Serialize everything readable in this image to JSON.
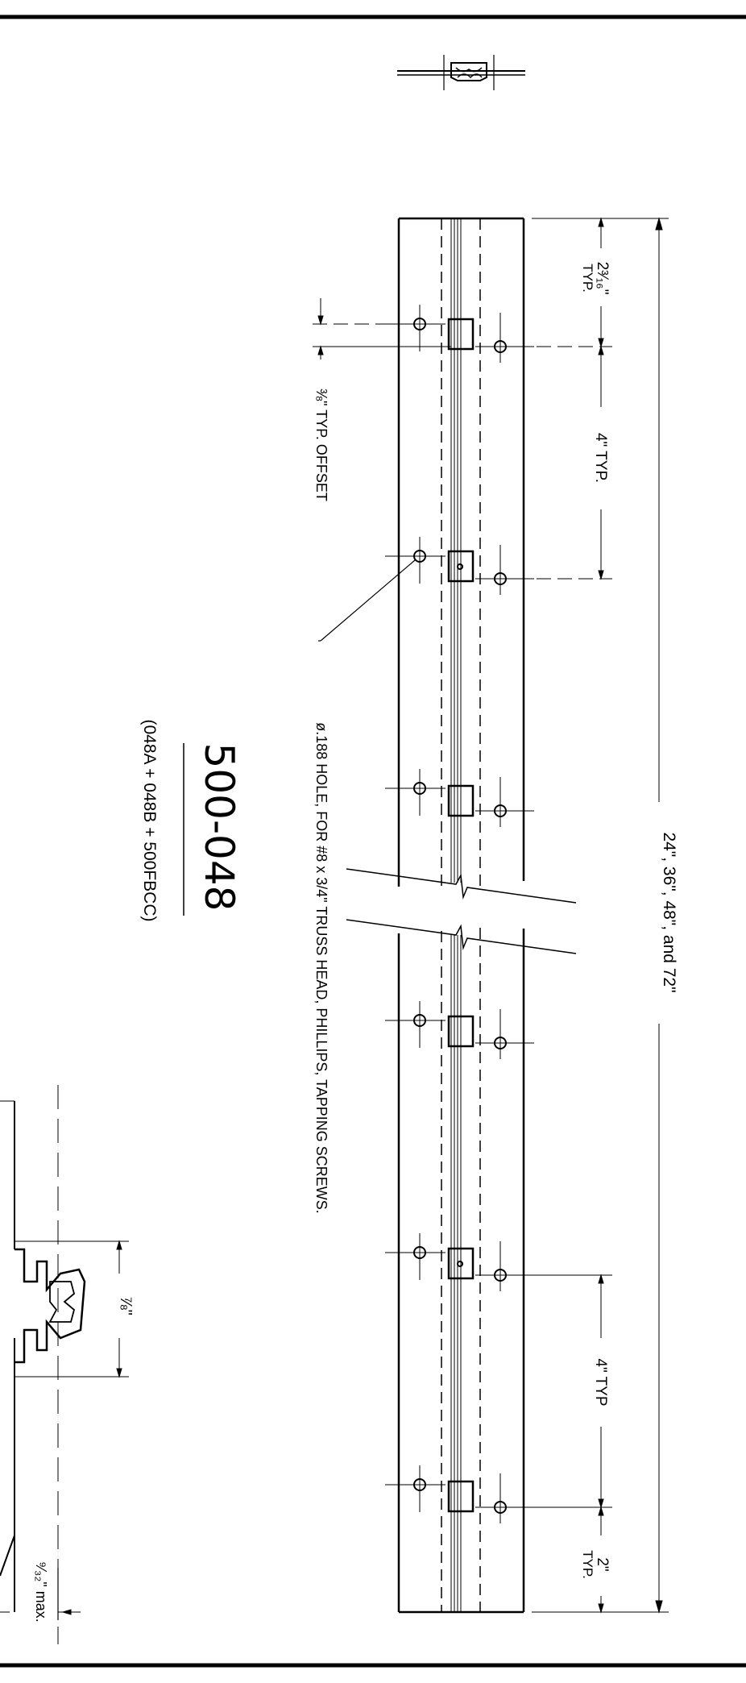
{
  "title": {
    "part_number": "500-048",
    "components": "(048A + 048B + 500FBCC)"
  },
  "notes": {
    "offset": "⅜\" TYP. OFFSET",
    "hole": "ø.188 HOLE, FOR #8 x 3/4\" TRUSS HEAD, PHILLIPS, TAPPING SCREWS."
  },
  "dimensions": {
    "lengths": "24\", 36\", 48\", and 72\"",
    "top_end": "2³⁄₁₆\"",
    "top_end_typ": "TYP.",
    "top_spacing": "4\" TYP.",
    "bottom_spacing": "4\" TYP",
    "bottom_end": "2\"",
    "bottom_end_typ": "TYP.",
    "profile_height": "⅞\"",
    "gap": "⁹⁄₃₂\" max."
  }
}
